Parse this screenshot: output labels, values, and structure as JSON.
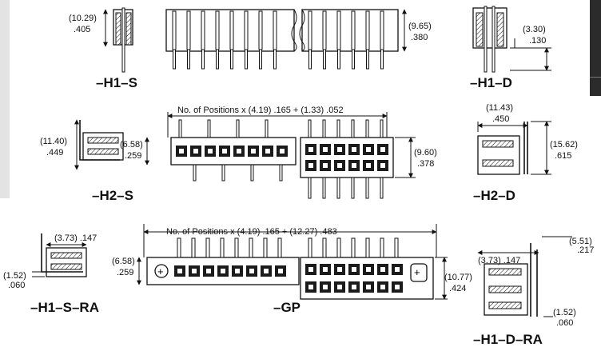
{
  "labels": {
    "h1s": "–H1–S",
    "h1d": "–H1–D",
    "h2s": "–H2–S",
    "h2d": "–H2–D",
    "h1sra": "–H1–S–RA",
    "gp": "–GP",
    "h1dra": "–H1–D–RA"
  },
  "dims": {
    "h1s_mm": "(10.29)",
    "h1s_in": ".405",
    "top_mm": "(9.65)",
    "top_in": ".380",
    "h1d_mm": "(3.30)",
    "h1d_in": ".130",
    "pos_top": "No. of Positions x (4.19) .165 + (1.33) .052",
    "h2s_mm": "(11.40)",
    "h2s_in": ".449",
    "h2_ht_mm": "(6.58)",
    "h2_ht_in": ".259",
    "h2_right_mm": "(9.60)",
    "h2_right_in": ".378",
    "h2d_w_mm": "(11.43)",
    "h2d_w_in": ".450",
    "h2d_h_mm": "(15.62)",
    "h2d_h_in": ".615",
    "pos_gp": "No. of Positions x (4.19) .165 + (12.27) .483",
    "ra_w": "(3.73) .147",
    "ra_off_mm": "(1.52)",
    "ra_off_in": ".060",
    "gp_ht_mm": "(6.58)",
    "gp_ht_in": ".259",
    "gp_right_mm": "(10.77)",
    "gp_right_in": ".424",
    "dra_w": "(3.73) .147",
    "dra_top_mm": "(5.51)",
    "dra_top_in": ".217",
    "dra_off_mm": "(1.52)",
    "dra_off_in": ".060"
  }
}
